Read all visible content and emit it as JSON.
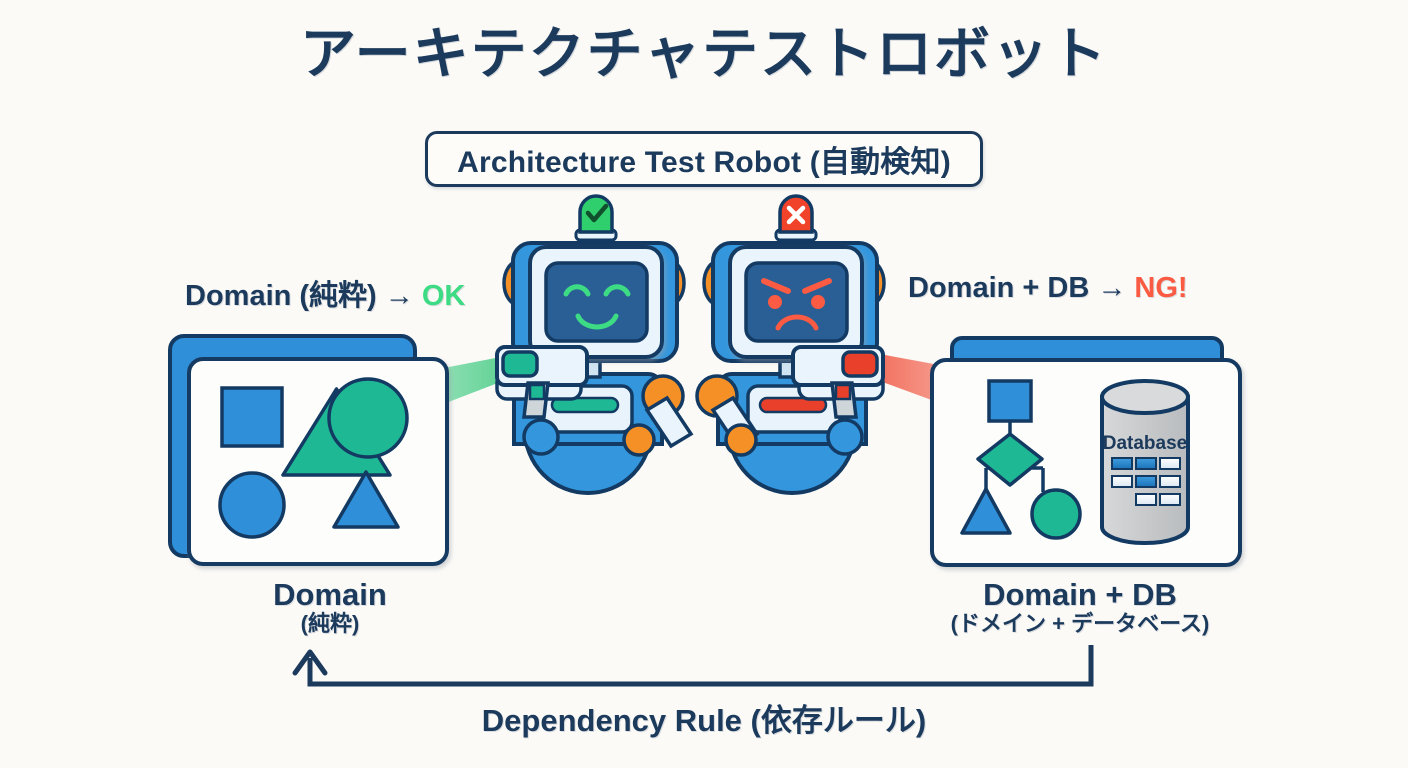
{
  "meta": {
    "background_color": "#fbfaf7",
    "ink_color": "#1b3a5c",
    "ok_color": "#3ddc84",
    "ng_color": "#fb5a43",
    "blue": "#2f8fd8",
    "teal": "#1fb894",
    "orange": "#f59026",
    "gray": "#c9cbcc"
  },
  "header": {
    "title": "アーキテクチャテストロボット",
    "subtitle_badge": "Architecture Test Robot (自動検知)"
  },
  "left_panel": {
    "verdict_prefix": "Domain (純粋) → ",
    "verdict_result": "OK",
    "caption_main": "Domain",
    "caption_sub": "(純粋)",
    "scan_beam_color": "#5fd79a",
    "robot": {
      "name": "happy-robot",
      "status_icon": "check-icon",
      "lamp_color": "#2fcf6e",
      "face_expression": "smiling",
      "face_accent": "#3ddc84",
      "scanner_color": "#1fb894"
    },
    "shapes": [
      {
        "kind": "square",
        "color": "#2f8fd8"
      },
      {
        "kind": "triangle",
        "color": "#1fb894"
      },
      {
        "kind": "circle",
        "color": "#1fb894"
      },
      {
        "kind": "circle",
        "color": "#2f8fd8"
      },
      {
        "kind": "triangle",
        "color": "#2f8fd8"
      }
    ]
  },
  "right_panel": {
    "verdict_prefix": "Domain + DB → ",
    "verdict_result": "NG!",
    "caption_main": "Domain + DB",
    "caption_sub": "(ドメイン + データベース)",
    "scan_beam_color": "#f4766a",
    "robot": {
      "name": "angry-robot",
      "status_icon": "cross-icon",
      "lamp_color": "#f0432a",
      "face_expression": "frowning",
      "face_accent": "#fb5a43",
      "scanner_color": "#e8402a"
    },
    "database": {
      "label": "Database",
      "body_color": "#c9cbcc",
      "cells": [
        [
          true,
          true,
          false
        ],
        [
          false,
          true,
          false
        ],
        [
          null,
          false,
          false
        ]
      ]
    },
    "tree": [
      {
        "kind": "square",
        "color": "#2f8fd8"
      },
      {
        "kind": "diamond",
        "color": "#1fb894"
      },
      {
        "kind": "triangle",
        "color": "#2f8fd8"
      },
      {
        "kind": "circle",
        "color": "#1fb894"
      }
    ]
  },
  "footer": {
    "dependency_label": "Dependency Rule (依存ルール)",
    "arrow_direction": "right-to-left-up"
  }
}
